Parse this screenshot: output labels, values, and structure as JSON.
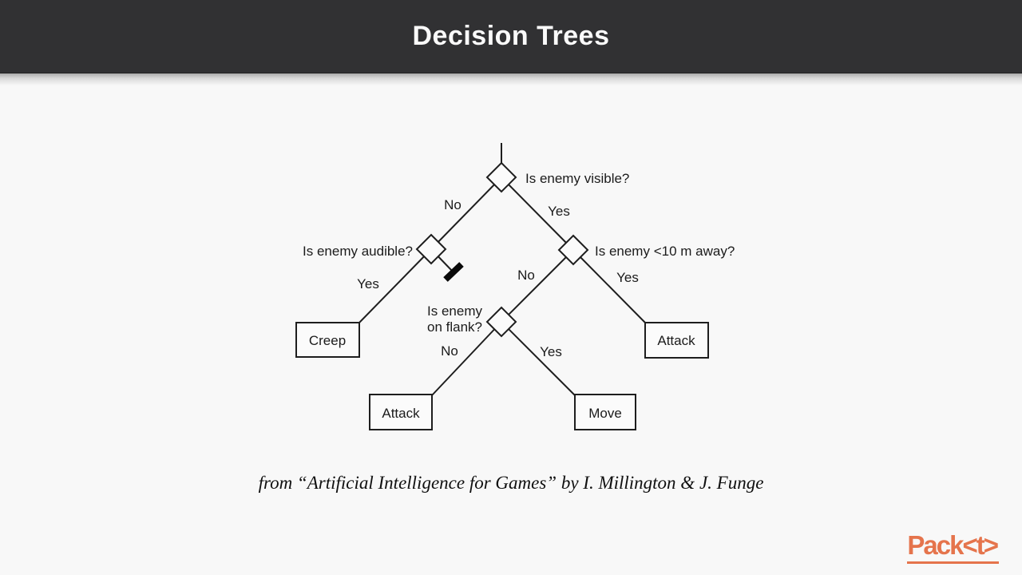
{
  "header": {
    "title": "Decision Trees",
    "bg_color": "#313133",
    "text_color": "#fafafa"
  },
  "diagram": {
    "nodes": {
      "visible": {
        "question": "Is enemy visible?"
      },
      "audible": {
        "question": "Is enemy audible?"
      },
      "ten_m": {
        "question": "Is enemy <10 m away?"
      },
      "flank": {
        "question_line1": "Is enemy",
        "question_line2": "on flank?"
      }
    },
    "branches": {
      "visible_no": "No",
      "visible_yes": "Yes",
      "audible_yes": "Yes",
      "ten_m_no": "No",
      "ten_m_yes": "Yes",
      "flank_no": "No",
      "flank_yes": "Yes"
    },
    "actions": {
      "creep": "Creep",
      "attack_right": "Attack",
      "attack_bottom": "Attack",
      "move": "Move"
    },
    "line_color": "#1e1e1e"
  },
  "caption": "from “Artificial Intelligence for Games” by I. Millington & J. Funge",
  "logo": {
    "text": "Pack<t>",
    "color": "#e5744c"
  }
}
